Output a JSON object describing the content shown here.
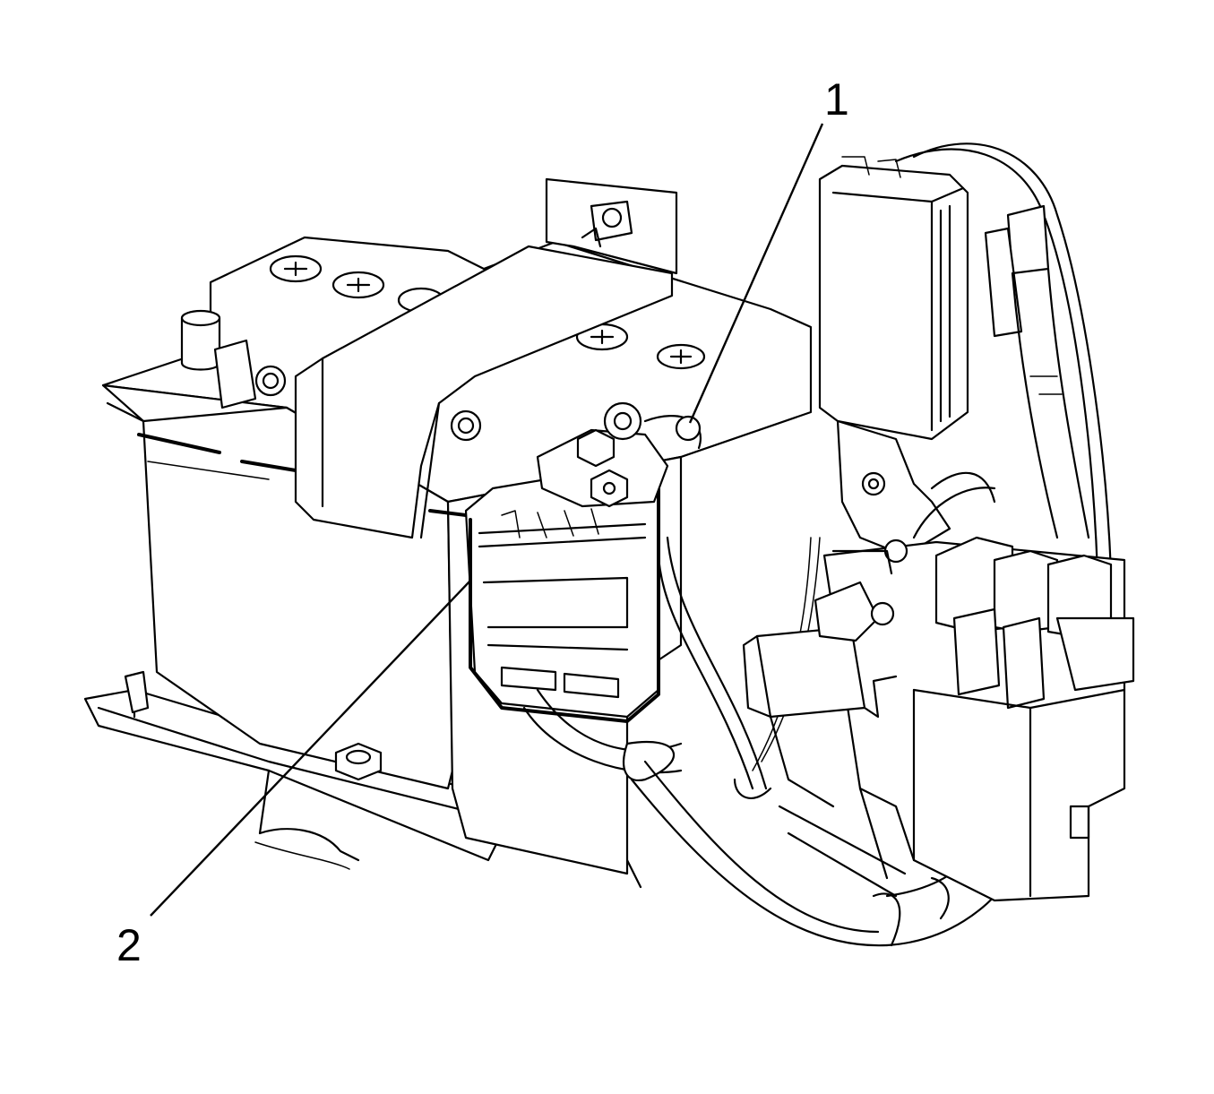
{
  "callouts": [
    {
      "id": "callout-1",
      "label": "1"
    },
    {
      "id": "callout-2",
      "label": "2"
    }
  ]
}
